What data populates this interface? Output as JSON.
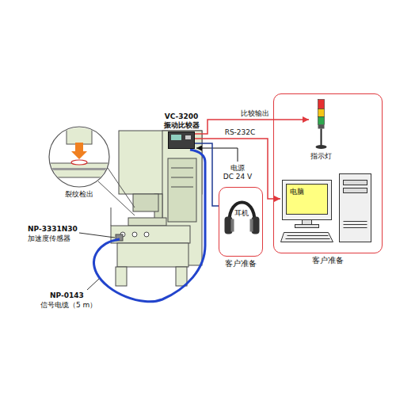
{
  "diagram": {
    "nodes": [
      {
        "text": [
          "VC-3200",
          "振动比较器"
        ]
      },
      {
        "text": [
          "客户准备"
        ]
      },
      {
        "text": [
          "耳机"
        ],
        "in": 1
      },
      {
        "text": [
          "客户准备"
        ]
      },
      {
        "text": [
          "指示灯"
        ],
        "in": 3
      },
      {
        "text": [
          "电脑"
        ],
        "in": 3
      }
    ],
    "edges": [
      {
        "from": 0,
        "to": 4,
        "label": "比较输出",
        "arrow": "to"
      },
      {
        "from": 0,
        "to": 5,
        "label": "RS-232C",
        "arrow": "to"
      },
      {
        "from": 0,
        "to": 1,
        "arrow": "none"
      }
    ],
    "labels": [
      "裂纹检出",
      "NP-3331N30",
      "加速度传感器",
      "NP-0143",
      "信号电缆（5 m）",
      "电源",
      "DC 24 V"
    ]
  }
}
